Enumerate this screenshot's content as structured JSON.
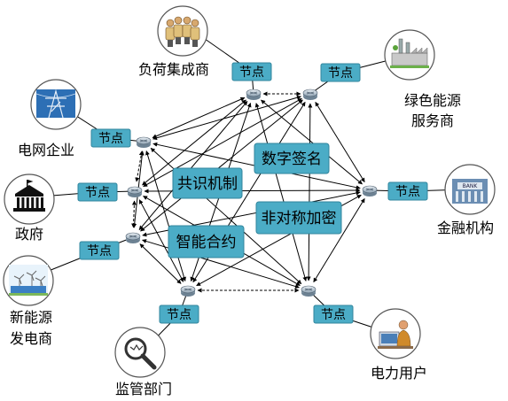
{
  "node_tag_label": "节点",
  "center_boxes": [
    {
      "id": "consensus",
      "label": "共识机制"
    },
    {
      "id": "signature",
      "label": "数字签名"
    },
    {
      "id": "contract",
      "label": "智能合约"
    },
    {
      "id": "asymmetric",
      "label": "非对称加密"
    }
  ],
  "entities": [
    {
      "id": "load",
      "lines": [
        "负荷集成商"
      ],
      "icon": "people-group-icon"
    },
    {
      "id": "green",
      "lines": [
        "绿色能源",
        "服务商"
      ],
      "icon": "factory-icon"
    },
    {
      "id": "grid",
      "lines": [
        "电网企业"
      ],
      "icon": "power-tower-icon"
    },
    {
      "id": "gov",
      "lines": [
        "政府"
      ],
      "icon": "government-building-icon"
    },
    {
      "id": "finance",
      "lines": [
        "金融机构"
      ],
      "icon": "bank-icon"
    },
    {
      "id": "renew",
      "lines": [
        "新能源",
        "发电商"
      ],
      "icon": "wind-solar-icon"
    },
    {
      "id": "reg",
      "lines": [
        "监管部门"
      ],
      "icon": "magnifier-icon"
    },
    {
      "id": "user",
      "lines": [
        "电力用户"
      ],
      "icon": "computer-user-icon"
    }
  ],
  "colors": {
    "tag_fill": "#4bacc6",
    "tag_stroke": "#31859c",
    "box_fill": "#4bacc6",
    "line": "#000000",
    "circle_stroke": "#555555"
  }
}
